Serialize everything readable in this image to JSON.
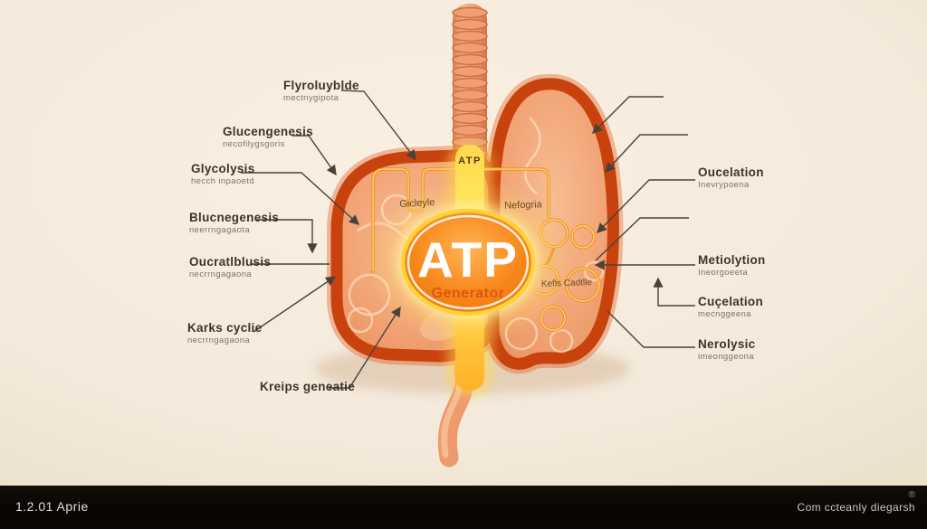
{
  "diagram": {
    "organ_top_label": "ATP",
    "center": {
      "title": "ATP",
      "subtitle": "Generator"
    },
    "inner_labels": [
      {
        "text": "Gicleyle"
      },
      {
        "text": "Nefogria"
      },
      {
        "text": "Kefls Cadtlle"
      }
    ],
    "left_labels": [
      {
        "title": "Flyroluyblde",
        "sub": "mectnygipota"
      },
      {
        "title": "Glucengenesis",
        "sub": "necofilygsgoris"
      },
      {
        "title": "Glycolysis",
        "sub": "hecch inpaoetd"
      },
      {
        "title": "Blucnegenesis",
        "sub": "neerrngagaota"
      },
      {
        "title": "Oucratlblusis",
        "sub": "necrrngagaona"
      },
      {
        "title": "Karks cyclie",
        "sub": "necrrngagaona"
      },
      {
        "title": "Kreips geneatie",
        "sub": ""
      }
    ],
    "right_labels": [
      {
        "title": "Oucelation",
        "sub": "Inevrypoena"
      },
      {
        "title": "Metiolytion",
        "sub": "Ineorgoeeta"
      },
      {
        "title": "Cuçelation",
        "sub": "mecnggeena"
      },
      {
        "title": "Nerolysic",
        "sub": "imeonggeona"
      }
    ],
    "colors": {
      "background": "#f6ecdd",
      "organ_rim": "#c8420d",
      "organ_fill": "#f2a577",
      "pathway": "#f09018",
      "badge": "#f6821a",
      "glow": "#ffe24a",
      "callout_line": "#4a423a"
    }
  },
  "footer": {
    "left_text": "1.2.01 Aprie",
    "registered_mark": "®",
    "right_text": "Com ccteanly diegarsh"
  }
}
